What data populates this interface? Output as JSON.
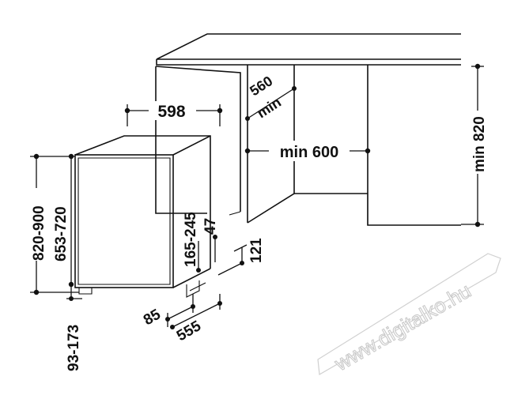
{
  "diagram": {
    "labels": {
      "width_598": "598",
      "depth_560": "560",
      "depth_min": "min",
      "niche_width": "min 600",
      "niche_height": "min 820",
      "height_820_900": "820-900",
      "height_653_720": "653-720",
      "plinth_165_245": "165-245",
      "gap_47": "47",
      "height_121": "121",
      "plinth_85": "85",
      "depth_555": "555",
      "plinth_93_173": "93-173"
    },
    "watermark": "www.digitalko.hu",
    "colors": {
      "line": "#111111",
      "background": "#ffffff",
      "watermark": "#c9c9c9"
    }
  }
}
